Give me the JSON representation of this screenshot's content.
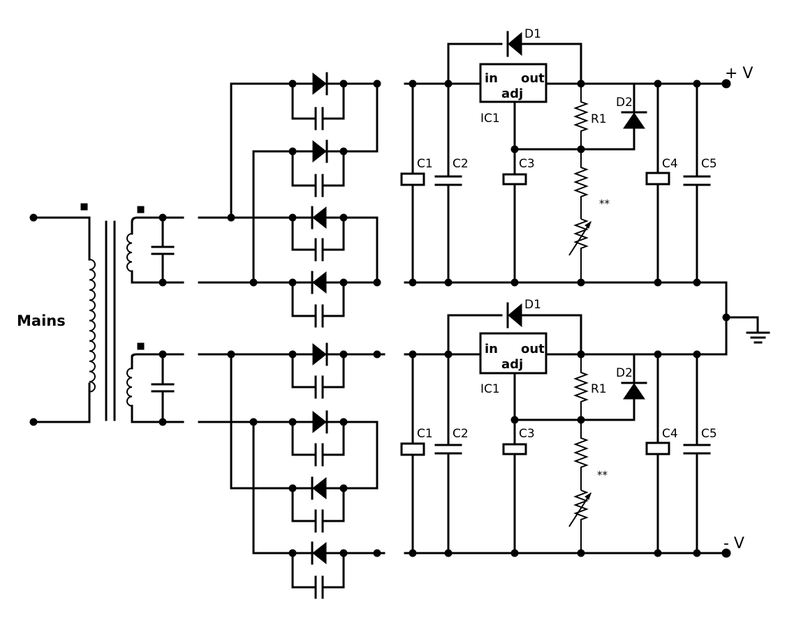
{
  "labels": {
    "mains": "Mains",
    "pos_rail": "+ V",
    "neg_rail": "- V",
    "upper": {
      "d1": "D1",
      "d2": "D2",
      "ic1": "IC1",
      "ic_in": "in",
      "ic_out": "out",
      "ic_adj": "adj",
      "r1": "R1",
      "c1": "C1",
      "c2": "C2",
      "c3": "C3",
      "c4": "C4",
      "c5": "C5",
      "note": "**"
    },
    "lower": {
      "d1": "D1",
      "d2": "D2",
      "ic1": "IC1",
      "ic_in": "in",
      "ic_out": "out",
      "ic_adj": "adj",
      "r1": "R1",
      "c1": "C1",
      "c2": "C2",
      "c3": "C3",
      "c4": "C4",
      "c5": "C5",
      "note": "**"
    }
  }
}
